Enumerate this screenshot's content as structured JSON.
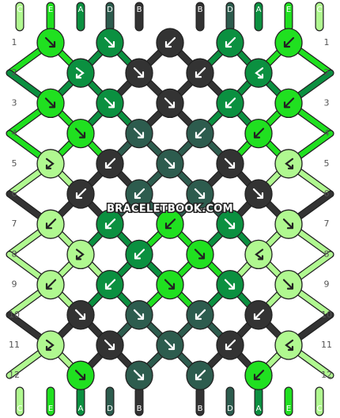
{
  "watermark": "BRACELETBOOK.COM",
  "row_numbers": [
    "1",
    "2",
    "3",
    "4",
    "5",
    "6",
    "7",
    "8",
    "9",
    "10",
    "11",
    "12"
  ],
  "strands_top": [
    "C",
    "E",
    "A",
    "D",
    "B",
    "B",
    "D",
    "A",
    "E",
    "C"
  ],
  "strands_bottom": [
    "C",
    "E",
    "A",
    "D",
    "B",
    "B",
    "D",
    "A",
    "E",
    "C"
  ],
  "colors": {
    "A": "#0b9040",
    "B": "#333333",
    "C": "#b0f890",
    "D": "#2d5c4e",
    "E": "#20e020"
  },
  "knot_rows": [
    [
      {
        "color": "E",
        "dir": "f"
      },
      {
        "color": "A",
        "dir": "f"
      },
      {
        "color": "B",
        "dir": "b"
      },
      {
        "color": "A",
        "dir": "b"
      },
      {
        "color": "E",
        "dir": "b"
      }
    ],
    [
      {
        "color": "A",
        "dir": "fb"
      },
      {
        "color": "B",
        "dir": "f"
      },
      {
        "color": "B",
        "dir": "b"
      },
      {
        "color": "A",
        "dir": "bf"
      }
    ],
    [
      {
        "color": "E",
        "dir": "f"
      },
      {
        "color": "A",
        "dir": "f"
      },
      {
        "color": "B",
        "dir": "f"
      },
      {
        "color": "A",
        "dir": "b"
      },
      {
        "color": "E",
        "dir": "b"
      }
    ],
    [
      {
        "color": "E",
        "dir": "f"
      },
      {
        "color": "D",
        "dir": "f"
      },
      {
        "color": "D",
        "dir": "b"
      },
      {
        "color": "E",
        "dir": "b"
      }
    ],
    [
      {
        "color": "C",
        "dir": "fb"
      },
      {
        "color": "B",
        "dir": "b"
      },
      {
        "color": "D",
        "dir": "f"
      },
      {
        "color": "B",
        "dir": "f"
      },
      {
        "color": "C",
        "dir": "bf"
      }
    ],
    [
      {
        "color": "B",
        "dir": "b"
      },
      {
        "color": "D",
        "dir": "b"
      },
      {
        "color": "D",
        "dir": "f"
      },
      {
        "color": "B",
        "dir": "f"
      }
    ],
    [
      {
        "color": "C",
        "dir": "b"
      },
      {
        "color": "A",
        "dir": "b"
      },
      {
        "color": "E",
        "dir": "b"
      },
      {
        "color": "A",
        "dir": "f"
      },
      {
        "color": "C",
        "dir": "f"
      }
    ],
    [
      {
        "color": "C",
        "dir": "fb"
      },
      {
        "color": "A",
        "dir": "b"
      },
      {
        "color": "E",
        "dir": "f"
      },
      {
        "color": "C",
        "dir": "bf"
      }
    ],
    [
      {
        "color": "C",
        "dir": "b"
      },
      {
        "color": "A",
        "dir": "b"
      },
      {
        "color": "E",
        "dir": "f"
      },
      {
        "color": "A",
        "dir": "f"
      },
      {
        "color": "C",
        "dir": "f"
      }
    ],
    [
      {
        "color": "B",
        "dir": "f"
      },
      {
        "color": "D",
        "dir": "f"
      },
      {
        "color": "D",
        "dir": "b"
      },
      {
        "color": "B",
        "dir": "b"
      }
    ],
    [
      {
        "color": "C",
        "dir": "fb"
      },
      {
        "color": "B",
        "dir": "f"
      },
      {
        "color": "D",
        "dir": "f"
      },
      {
        "color": "B",
        "dir": "b"
      },
      {
        "color": "C",
        "dir": "bf"
      }
    ],
    [
      {
        "color": "E",
        "dir": "f"
      },
      {
        "color": "D",
        "dir": "f"
      },
      {
        "color": "D",
        "dir": "b"
      },
      {
        "color": "E",
        "dir": "b"
      }
    ]
  ]
}
